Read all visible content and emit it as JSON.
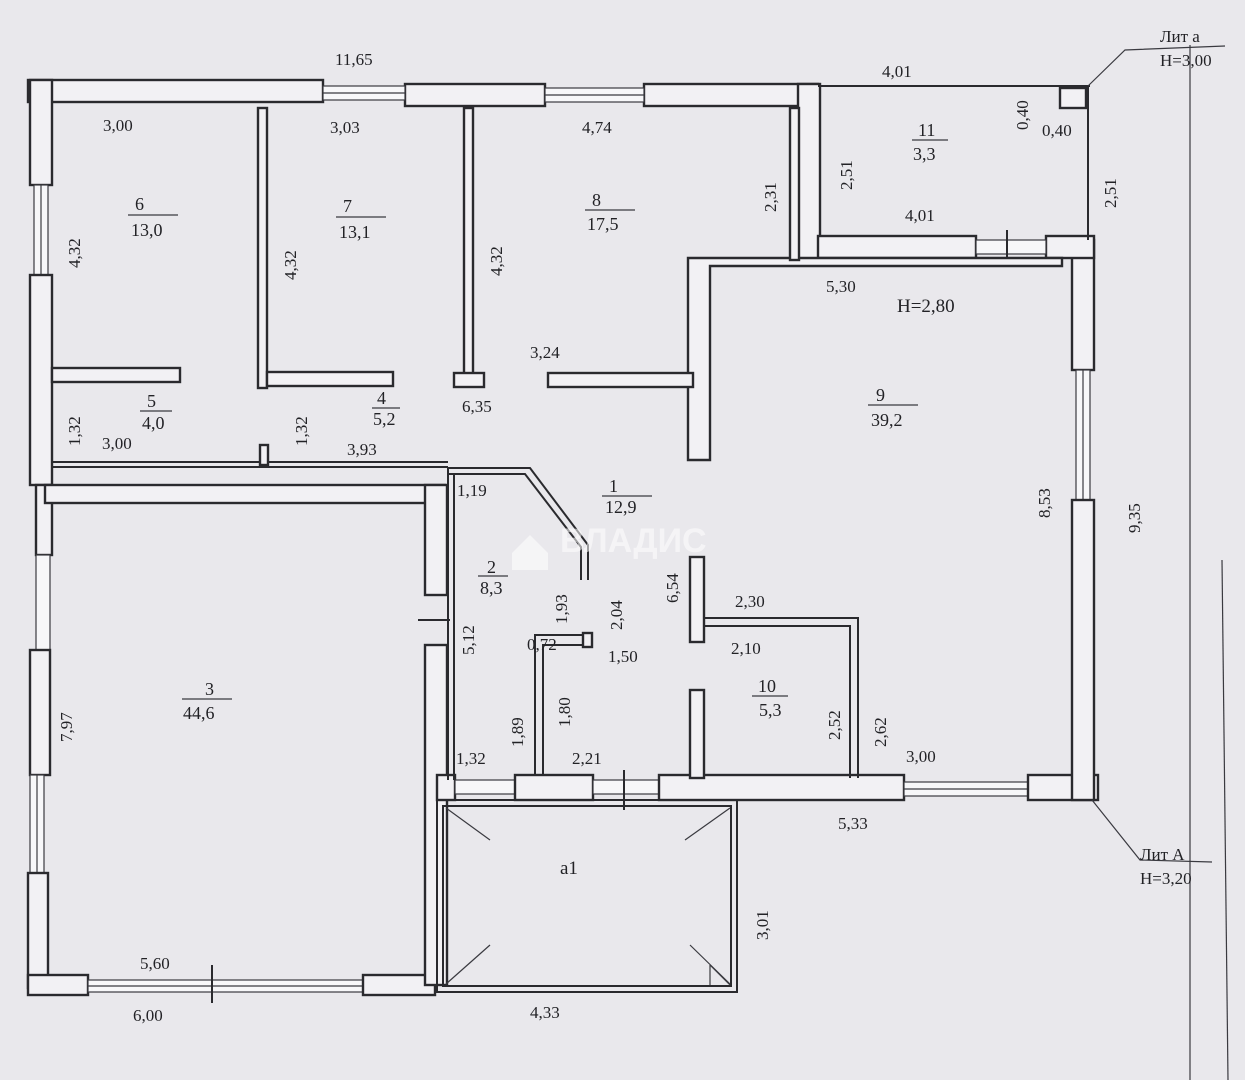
{
  "labels": {
    "lit_a_small": "Лит а",
    "lit_a_small_h": "Н=3,00",
    "lit_a_big": "Лит А",
    "lit_a_big_h": "Н=3,20",
    "ceiling": "Н=2,80",
    "watermark": "ВЛАДИС",
    "porch": "а1"
  },
  "rooms": [
    {
      "num": "1",
      "area": "12,9"
    },
    {
      "num": "2",
      "area": "8,3"
    },
    {
      "num": "3",
      "area": "44,6"
    },
    {
      "num": "4",
      "area": "5,2"
    },
    {
      "num": "5",
      "area": "4,0"
    },
    {
      "num": "6",
      "area": "13,0"
    },
    {
      "num": "7",
      "area": "13,1"
    },
    {
      "num": "8",
      "area": "17,5"
    },
    {
      "num": "9",
      "area": "39,2"
    },
    {
      "num": "10",
      "area": "5,3"
    },
    {
      "num": "11",
      "area": "3,3"
    }
  ],
  "dims": {
    "d11_65": "11,65",
    "d4_01_top": "4,01",
    "d3_00_r6": "3,00",
    "d3_03": "3,03",
    "d4_74": "4,74",
    "d0_40_v": "0,40",
    "d0_40_h": "0,40",
    "d2_51_r11": "2,51",
    "d2_31": "2,31",
    "d4_01_r11": "4,01",
    "d2_51_right": "2,51",
    "d4_32_a": "4,32",
    "d4_32_b": "4,32",
    "d4_32_c": "4,32",
    "d5_30": "5,30",
    "d3_24": "3,24",
    "d6_35": "6,35",
    "d1_32_a": "1,32",
    "d3_00_r5": "3,00",
    "d1_32_b": "1,32",
    "d3_93": "3,93",
    "d1_19": "1,19",
    "d8_53": "8,53",
    "d9_35": "9,35",
    "d6_54": "6,54",
    "d1_93": "1,93",
    "d2_04": "2,04",
    "d5_12": "5,12",
    "d0_72": "0,72",
    "d1_50": "1,50",
    "d2_30": "2,30",
    "d2_10": "2,10",
    "d7_97": "7,97",
    "d1_89": "1,89",
    "d1_80": "1,80",
    "d2_52": "2,52",
    "d2_62": "2,62",
    "d1_32_c": "1,32",
    "d2_21": "2,21",
    "d3_00_bottom": "3,00",
    "d5_33": "5,33",
    "d3_01": "3,01",
    "d5_60": "5,60",
    "d6_00": "6,00",
    "d4_33": "4,33"
  }
}
